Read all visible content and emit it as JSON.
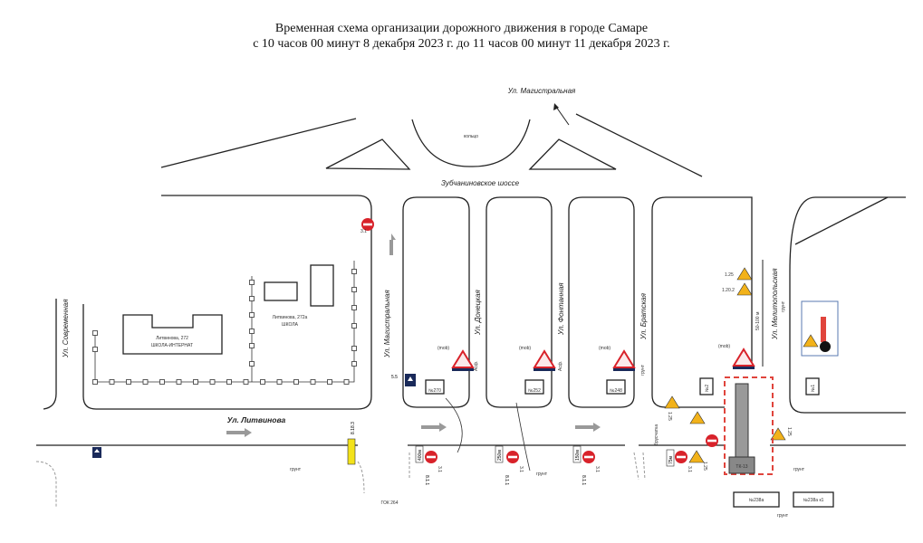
{
  "title": {
    "line1": "Временная схема организации дорожного движения в городе Самаре",
    "line2": "с 10 часов 00 минут 8 декабря 2023 г. до 11 часов 00 минут 11 декабря 2023 г."
  },
  "streets": {
    "magistralnaya_top": "Ул. Магистральная",
    "ring": "кольцо",
    "zubchaninovskoe": "Зубчаниновское шоссе",
    "sovremennaya": "Ул. Современная",
    "litvinova": "Ул. Литвинова",
    "magistralnaya": "Ул. Магистральная",
    "donetskaya": "Ул. Донецкая",
    "fontannaya": "Ул. Фонтанная",
    "bratskaya": "Ул. Братская",
    "melitopolskaya": "Ул. Мелитопольская"
  },
  "buildings": {
    "b272": [
      "Литвинова, 272",
      "ШКОЛА-ИНТЕРНАТ"
    ],
    "b272a": [
      "Литвинова, 272а",
      "ШКОЛА"
    ],
    "h270": "№270",
    "h252": "№252",
    "h248": "№248",
    "h2": "№2",
    "h1": "№1",
    "h238a": "№238а",
    "h238ak1": "№238а к1",
    "tk": "ТК-13"
  },
  "labels": {
    "ground": "грунт",
    "asphalt": "Асф.",
    "gok": "ГОК 264",
    "distance": "50-100 м",
    "paving": "брусчатка",
    "sign_31": "3.1",
    "sign_811": "8.1.1",
    "sign_125": "1.25",
    "sign_120": "1.20.2",
    "sign_55": "5.5",
    "sign_51851": "8.18.3",
    "dist_400": "400м",
    "dist_250": "250м",
    "dist_150": "150м",
    "dist_75": "75м",
    "mob": "(mob)"
  },
  "colors": {
    "sign_red": "#d8222a",
    "sign_yellow": "#f2b21a",
    "fence_red": "#e0443c",
    "sign_blue": "#1a2a5a"
  }
}
